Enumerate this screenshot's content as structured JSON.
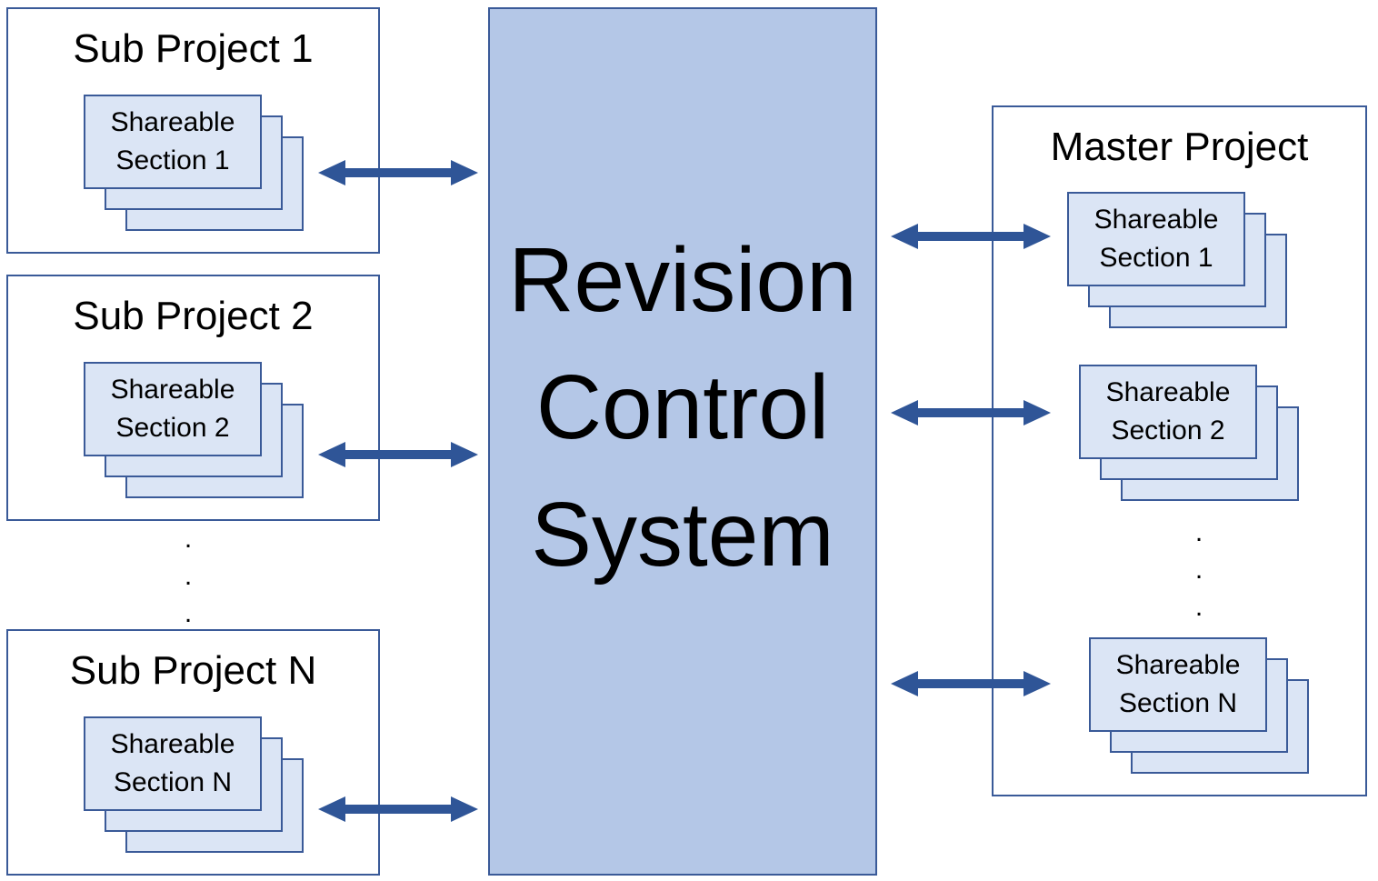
{
  "sub_projects": [
    {
      "title": "Sub Project 1",
      "section_label": "Shareable\nSection 1"
    },
    {
      "title": "Sub Project 2",
      "section_label": "Shareable\nSection 2"
    },
    {
      "title": "Sub Project N",
      "section_label": "Shareable\nSection N"
    }
  ],
  "left_ellipsis": ".\n.\n.",
  "central_system": {
    "label": "Revision\nControl\nSystem"
  },
  "master_project": {
    "title": "Master Project",
    "sections": [
      {
        "label": "Shareable\nSection 1"
      },
      {
        "label": "Shareable\nSection 2"
      },
      {
        "label": "Shareable\nSection N"
      }
    ],
    "ellipsis": ".\n.\n."
  },
  "colors": {
    "border": "#3a5a98",
    "arrow": "#2f5597",
    "sheet_fill": "#dbe5f5",
    "system_fill": "#b4c7e7"
  }
}
